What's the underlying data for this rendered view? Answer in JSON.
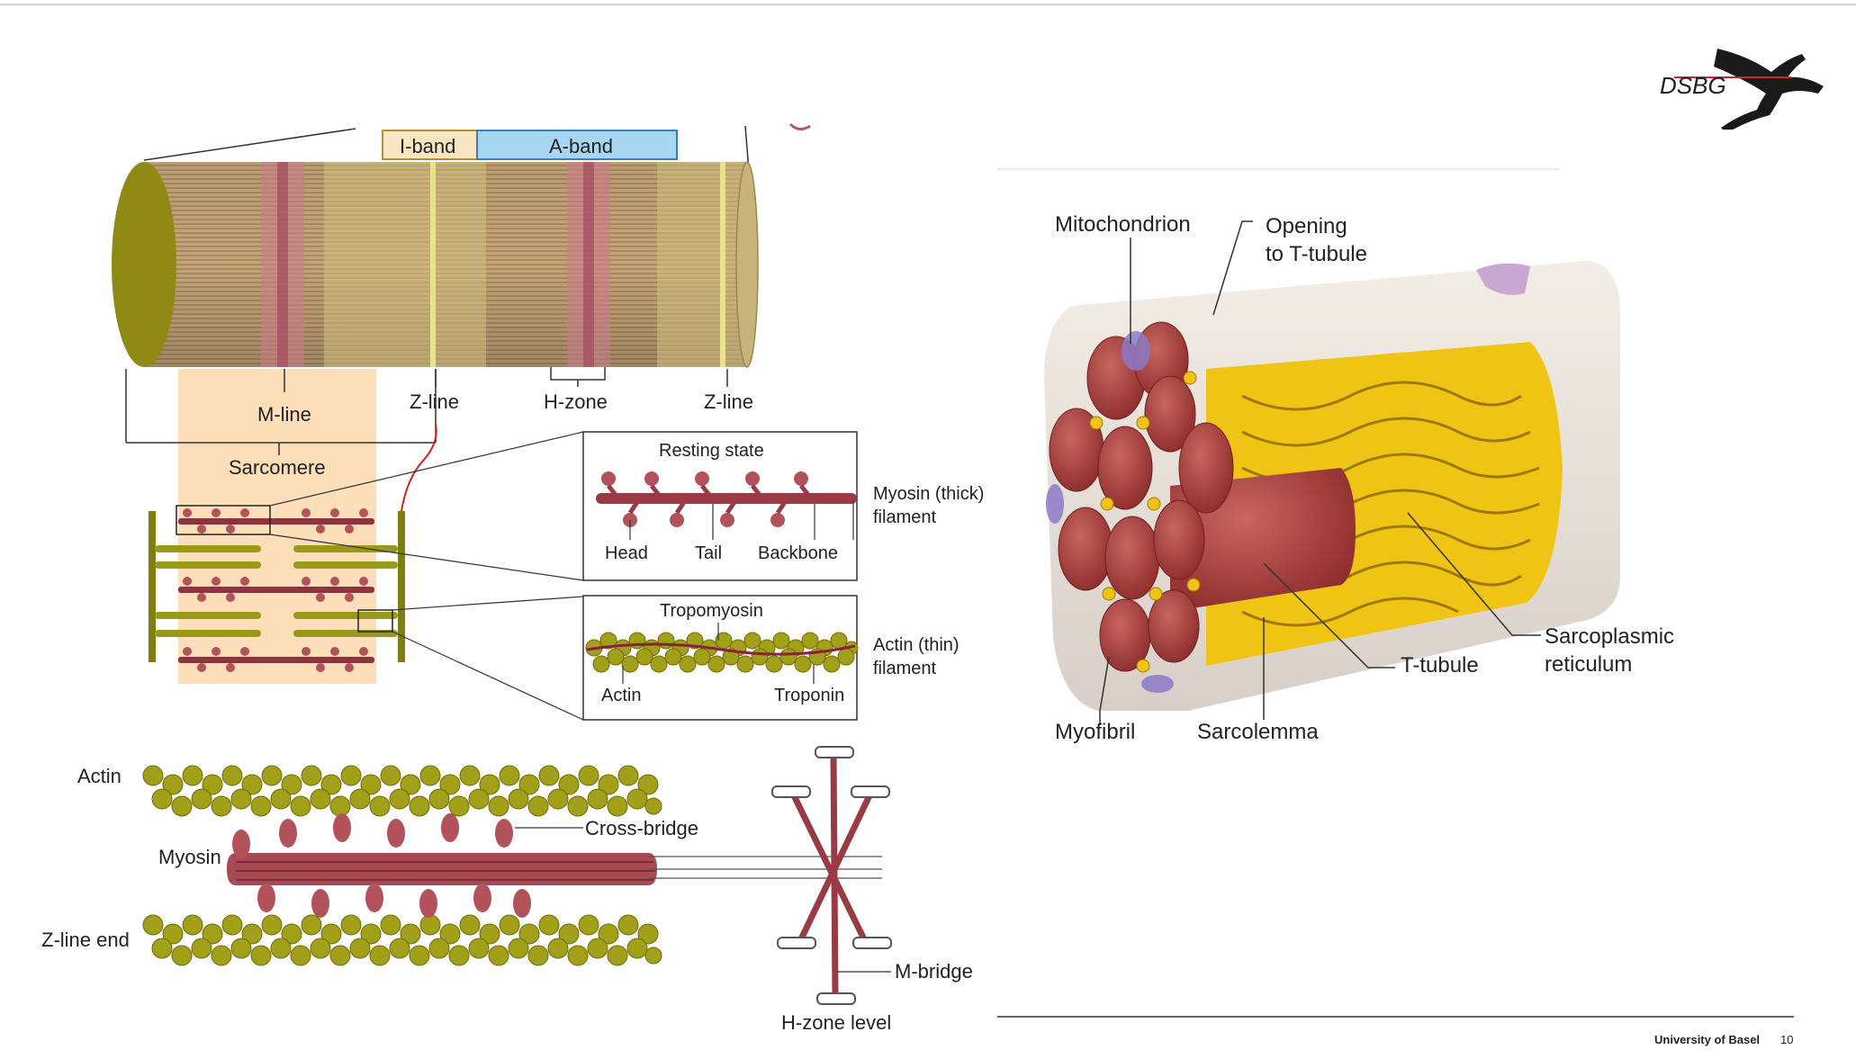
{
  "logo": {
    "text": "DSBG"
  },
  "footer": {
    "institution": "University of Basel",
    "page": "10"
  },
  "sarcomere": {
    "i_band": "I-band",
    "a_band": "A-band",
    "m_line": "M-line",
    "z_line_left": "Z-line",
    "h_zone": "H-zone",
    "z_line_right": "Z-line",
    "sarcomere": "Sarcomere",
    "resting_state": "Resting state",
    "head": "Head",
    "tail": "Tail",
    "backbone": "Backbone",
    "myosin_filament": "Myosin (thick)\nfilament",
    "tropomyosin": "Tropomyosin",
    "actin": "Actin",
    "troponin": "Troponin",
    "actin_filament": "Actin (thin)\nfilament"
  },
  "crossbridge": {
    "actin": "Actin",
    "myosin": "Myosin",
    "z_line_end": "Z-line end",
    "cross_bridge": "Cross-bridge",
    "m_bridge": "M-bridge",
    "h_zone_level": "H-zone level"
  },
  "fiber": {
    "mitochondrion": "Mitochondrion",
    "opening": "Opening\nto T-tubule",
    "sarcoplasmic": "Sarcoplasmic\nreticulum",
    "t_tubule": "T-tubule",
    "myofibril": "Myofibril",
    "sarcolemma": "Sarcolemma"
  },
  "colors": {
    "actin": "#8a8a10",
    "myosin": "#a3484e",
    "a_band": "#a6d6f0",
    "i_band": "#fbe6c4",
    "sr": "#f2c418"
  }
}
